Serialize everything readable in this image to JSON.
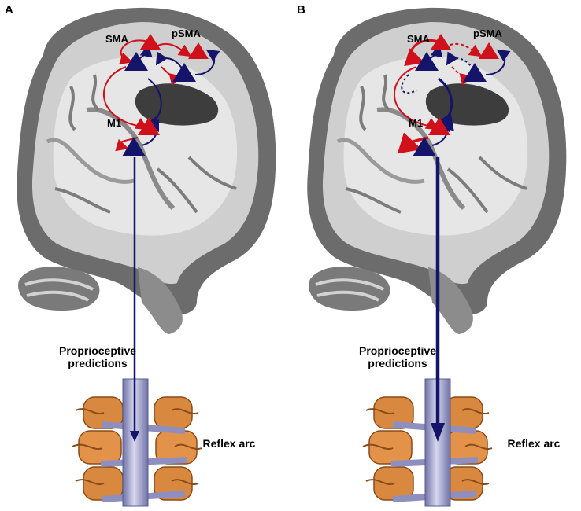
{
  "panels": [
    {
      "id": "A",
      "letter": "A",
      "sma": "SMA",
      "psma": "pSMA",
      "m1": "M1",
      "caption_line1": "Proprioceptive",
      "caption_line2": "predictions",
      "reflex": "Reflex arc"
    },
    {
      "id": "B",
      "letter": "B",
      "sma": "SMA",
      "psma": "pSMA",
      "m1": "M1",
      "caption_line1": "Proprioceptive",
      "caption_line2": "predictions",
      "reflex": "Reflex arc"
    }
  ],
  "colors": {
    "red": "#d0111b",
    "navy": "#15146b",
    "brain_dark": "#5a5a5a",
    "brain_light": "#d8d8d8",
    "bone": "#d9883f",
    "cord": "#9ea0c8"
  }
}
